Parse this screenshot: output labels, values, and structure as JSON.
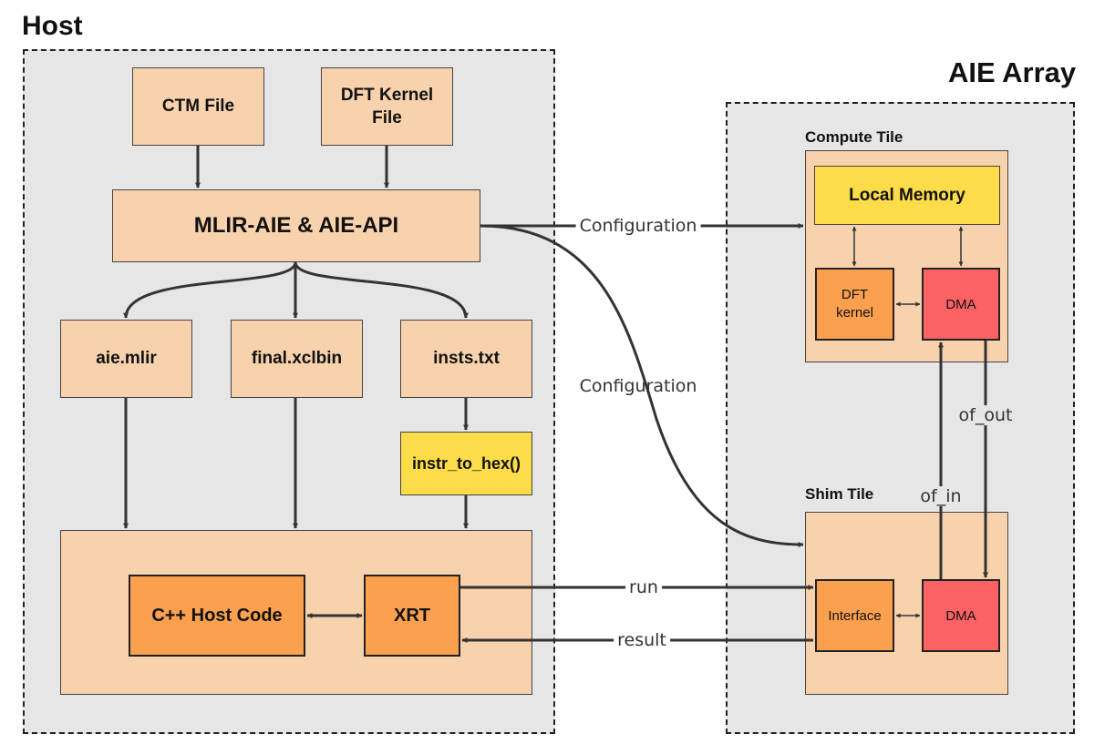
{
  "host": {
    "title": "Host",
    "ctm_file": "CTM File",
    "dft_kernel_file": "DFT Kernel File",
    "mlir_aie": "MLIR-AIE & AIE-API",
    "aie_mlir": "aie.mlir",
    "final_xclbin": "final.xclbin",
    "insts_txt": "insts.txt",
    "instr_to_hex": "instr_to_hex()",
    "cpp_host_code": "C++ Host Code",
    "xrt": "XRT"
  },
  "aie_array": {
    "title": "AIE Array",
    "compute_tile": {
      "title": "Compute Tile",
      "local_memory": "Local Memory",
      "dft_kernel": "DFT kernel",
      "dma": "DMA"
    },
    "shim_tile": {
      "title": "Shim Tile",
      "interface": "Interface",
      "dma": "DMA"
    }
  },
  "connections": {
    "configuration_1": "Configuration",
    "configuration_2": "Configuration",
    "of_out": "of_out",
    "of_in": "of_in",
    "run": "run",
    "result": "result"
  },
  "colors": {
    "peach": "#f7d2ad",
    "orange": "#fba04f",
    "yellow": "#fddc49",
    "red": "#fc6263",
    "region": "#e6e6e6"
  }
}
